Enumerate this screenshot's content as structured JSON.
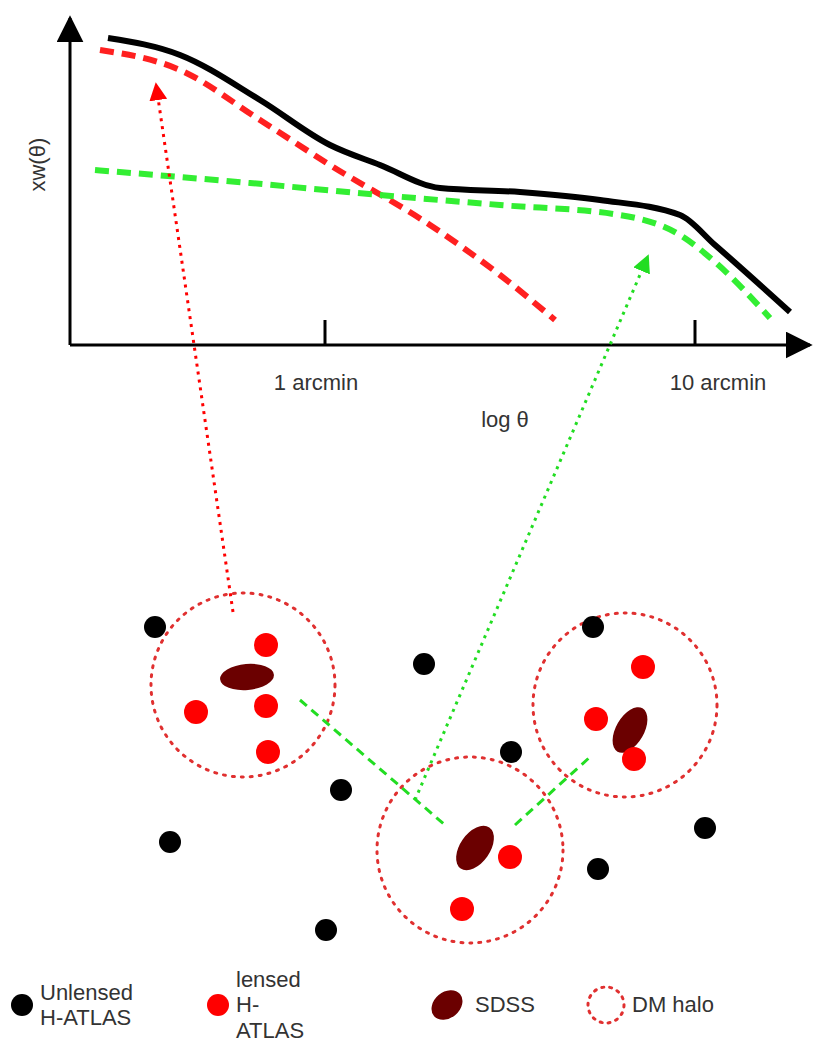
{
  "diagram": {
    "labels": [
      "xw(θ)",
      "1 arcmin",
      "10 arcmin",
      "log θ"
    ],
    "legend": [
      {
        "text": "Unlensed H-ATLAS",
        "color": "#000000"
      },
      {
        "text": "lensed H-ATLAS",
        "color": "#ff0000"
      },
      {
        "text": "SDSS",
        "color": "#6b0000"
      },
      {
        "text": "DM halo"
      }
    ]
  }
}
